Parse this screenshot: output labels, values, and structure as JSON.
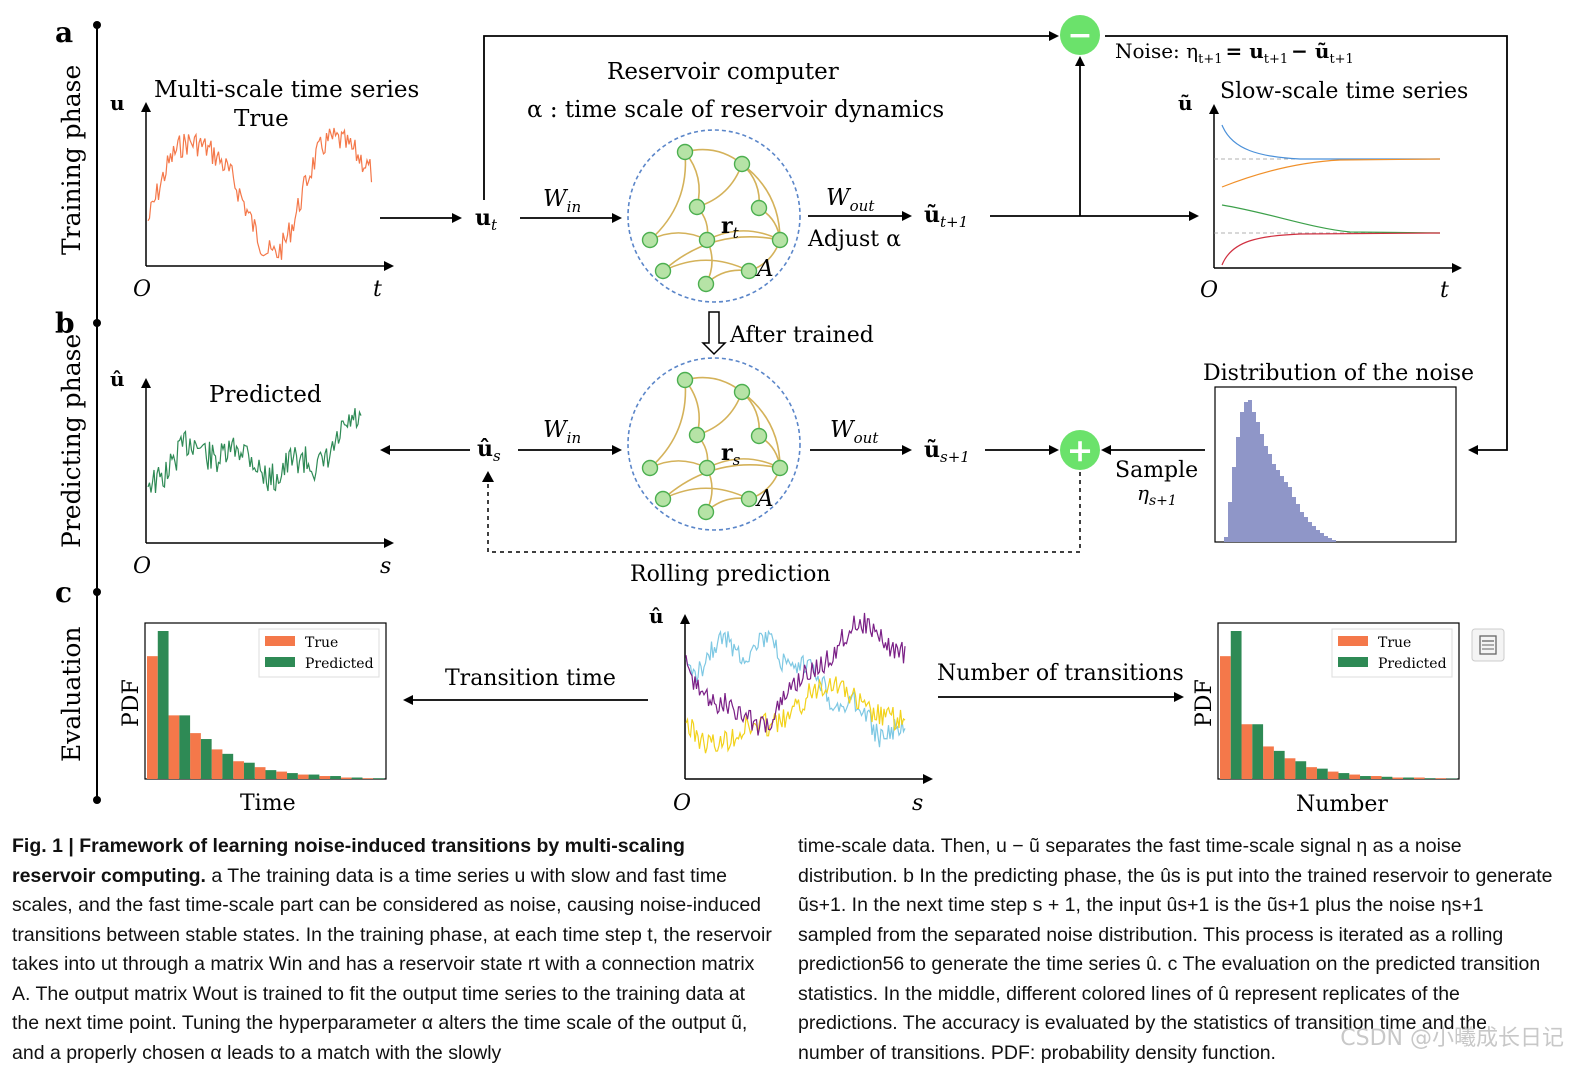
{
  "panels": {
    "a": {
      "letter": "a",
      "phase": "Training phase"
    },
    "b": {
      "letter": "b",
      "phase": "Predicting phase"
    },
    "c": {
      "letter": "c",
      "phase": "Evaluation"
    }
  },
  "training": {
    "input_plot_title": "Multi-scale time series",
    "input_plot_subtitle": "True",
    "axis_u": "u",
    "axis_origin": "O",
    "axis_t": "t",
    "ut_label": "u",
    "ut_sub": "t",
    "win": "W",
    "win_sub": "in",
    "reservoir_title": "Reservoir computer",
    "alpha_note": "α :  time scale of reservoir dynamics",
    "state_label": "r",
    "state_sub": "t",
    "matrix_label": "A",
    "wout": "W",
    "wout_sub": "out",
    "adjust_label": "Adjust α",
    "output_label": "ũ",
    "output_sub": "t+1",
    "noise_label": "Noise: η",
    "noise_sub": "t+1",
    "noise_eq": "= u",
    "noise_eq_sub": "t+1",
    "noise_minus": "− ũ",
    "noise_minus_sub": "t+1",
    "slow_title": "Slow-scale time series",
    "slow_axis": "ũ",
    "minus_symbol": "−"
  },
  "predicting": {
    "after_trained": "After trained",
    "plot_title": "Predicted",
    "axis_u": "û",
    "axis_origin": "O",
    "axis_s": "s",
    "us_label": "û",
    "us_sub": "s",
    "state_label": "r",
    "state_sub": "s",
    "output_label": "ũ",
    "output_sub": "s+1",
    "plus_symbol": "+",
    "sample_label": "Sample",
    "sample_eta": "η",
    "sample_sub": "s+1",
    "noise_dist_title": "Distribution of the noise",
    "rolling": "Rolling prediction"
  },
  "evaluation": {
    "transition_time": "Transition time",
    "number_of_transitions": "Number of transitions",
    "pdf_label": "PDF",
    "left_xlabel": "Time",
    "right_xlabel": "Number",
    "middle_axis": "û",
    "middle_origin": "O",
    "middle_s": "s",
    "legend_true": "True",
    "legend_pred": "Predicted"
  },
  "colors": {
    "true": "#f4784a",
    "predicted": "#2e8a55",
    "node_fill": "#b6e3a6",
    "node_stroke": "#4caf50",
    "edge": "#d4b25a",
    "circle": "#5b86c9",
    "plusminus": "#6be26b",
    "hist": "#8f96c8"
  },
  "chart_data": [
    {
      "type": "bar",
      "title": "",
      "xlabel": "Time",
      "ylabel": "PDF",
      "legend": "top-right",
      "series": [
        {
          "name": "True",
          "values": [
            0.83,
            0.43,
            0.31,
            0.2,
            0.12,
            0.08,
            0.05,
            0.03,
            0.02,
            0.01,
            0.005
          ]
        },
        {
          "name": "Predicted",
          "values": [
            1.0,
            0.43,
            0.27,
            0.17,
            0.11,
            0.06,
            0.04,
            0.03,
            0.02,
            0.01,
            0.005
          ]
        }
      ]
    },
    {
      "type": "bar",
      "title": "",
      "xlabel": "Number",
      "ylabel": "PDF",
      "legend": "top-right",
      "series": [
        {
          "name": "True",
          "values": [
            0.83,
            0.37,
            0.22,
            0.14,
            0.08,
            0.05,
            0.03,
            0.02,
            0.01,
            0.01,
            0.005
          ]
        },
        {
          "name": "Predicted",
          "values": [
            1.0,
            0.37,
            0.19,
            0.12,
            0.07,
            0.04,
            0.02,
            0.015,
            0.01,
            0.005,
            0.003
          ]
        }
      ]
    }
  ],
  "caption": {
    "fig_label": "Fig. 1 |",
    "fig_title": "Framework of learning noise-induced transitions by multi-scaling reservoir computing.",
    "left_text": " a The training data is a time series u with slow and fast time scales, and the fast time-scale part can be considered as noise, causing noise-induced transitions between stable states. In the training phase, at each time step t, the reservoir takes into ut through a matrix Win and has a reservoir state rt with a connection matrix A. The output matrix Wout is trained to fit the output time series to the training data at the next time point. Tuning the hyperparameter α alters the time scale of the output ũ, and a properly chosen α leads to a match with the slowly",
    "right_text": "time-scale data. Then, u − ũ separates the fast time-scale signal η as a noise distribution. b In the predicting phase, the ûs is put into the trained reservoir to generate ũs+1. In the next time step s + 1, the input ûs+1 is the ũs+1 plus the noise ηs+1 sampled from the separated noise distribution. This process is iterated as a rolling prediction56 to generate the time series û. c The evaluation on the predicted transition statistics. In the middle, different colored lines of û represent replicates of the predictions. The accuracy is evaluated by the statistics of transition time and the number of transitions. PDF: probability density function."
  },
  "watermark": "CSDN @小曦成长日记"
}
